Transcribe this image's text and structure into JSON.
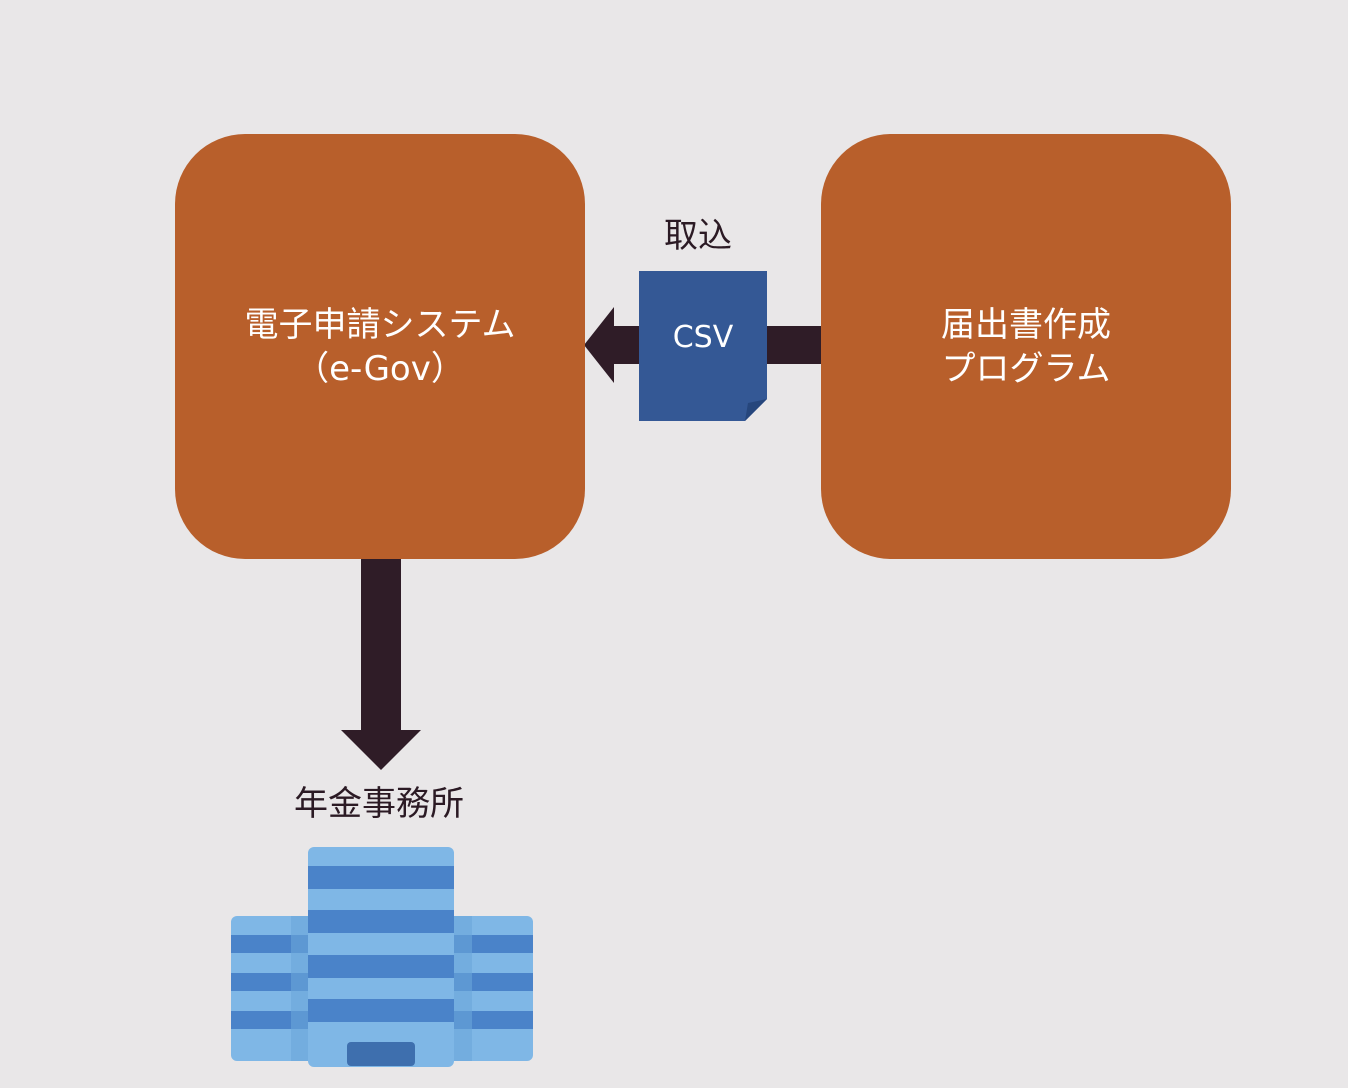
{
  "diagram": {
    "egov_box": {
      "line1": "電子申請システム",
      "line2": "（e-Gov）"
    },
    "program_box": {
      "line1": "届出書作成",
      "line2": "プログラム"
    },
    "import_label": "取込",
    "csv_label": "CSV",
    "office_label": "年金事務所"
  },
  "colors": {
    "background": "#e9e7e8",
    "box_fill": "#b85f2b",
    "arrow": "#2f1c27",
    "csv_doc": "#345895",
    "building_light": "#7fb7e6",
    "building_dark": "#4a83c9"
  },
  "icons": [
    "arrow-left-icon",
    "arrow-down-icon",
    "csv-document-icon",
    "office-building-icon"
  ]
}
